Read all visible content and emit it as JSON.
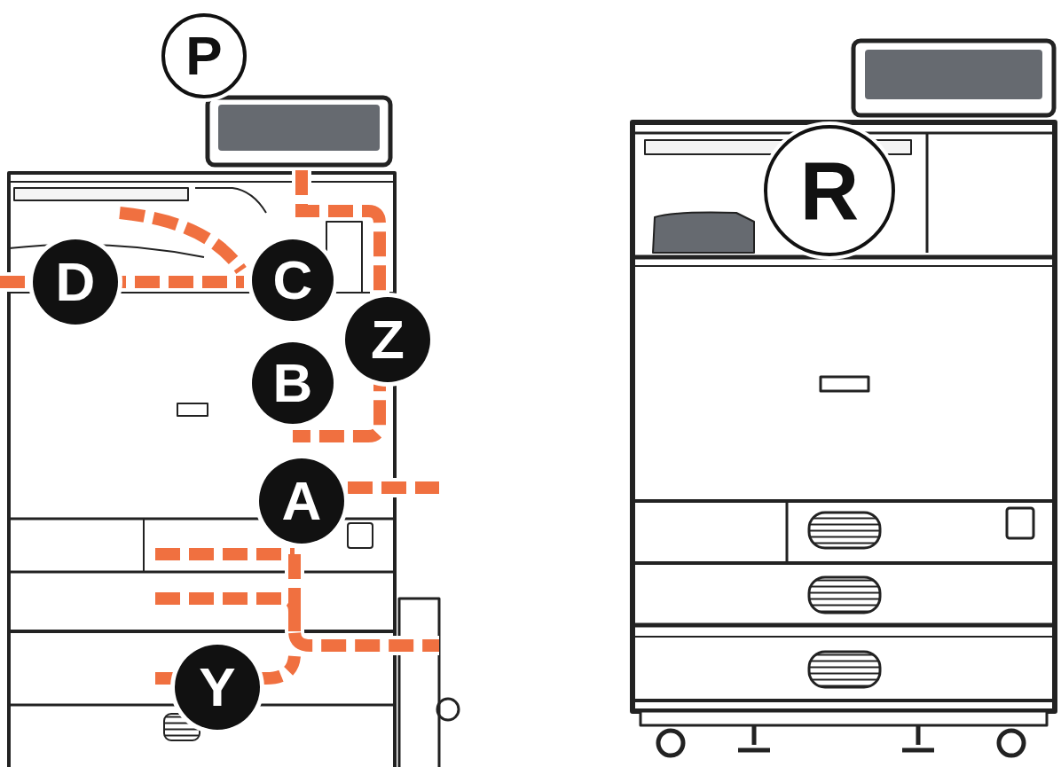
{
  "diagram": {
    "nodes": [
      {
        "text": [
          "P"
        ]
      },
      {
        "text": [
          "D"
        ]
      },
      {
        "text": [
          "C"
        ]
      },
      {
        "text": [
          "Z"
        ]
      },
      {
        "text": [
          "B"
        ]
      },
      {
        "text": [
          "A"
        ]
      },
      {
        "text": [
          "Y"
        ]
      },
      {
        "text": [
          "R"
        ]
      }
    ]
  }
}
